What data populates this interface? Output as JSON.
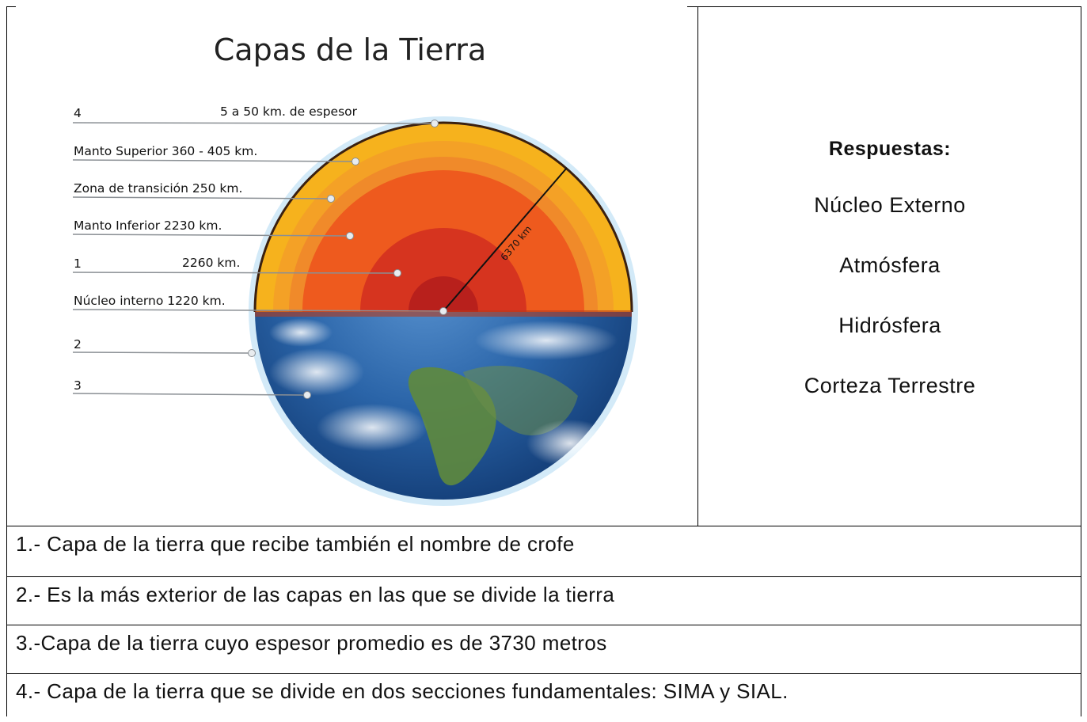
{
  "diagram": {
    "title": "Capas de la Tierra",
    "radius_label": "6370 km",
    "labels": [
      {
        "name": "4",
        "detail": "5 a 50 km. de espesor"
      },
      {
        "name": "Manto Superior",
        "detail": "360 - 405 km."
      },
      {
        "name": "Zona de transición",
        "detail": "250 km."
      },
      {
        "name": "Manto Inferior",
        "detail": "2230 km."
      },
      {
        "name": "1",
        "detail": "2260 km."
      },
      {
        "name": "Núcleo interno",
        "detail": "1220 km."
      },
      {
        "name": "2",
        "detail": ""
      },
      {
        "name": "3",
        "detail": ""
      }
    ]
  },
  "answers": {
    "heading": "Respuestas:",
    "items": [
      "Núcleo Externo",
      "Atmósfera",
      "Hidrósfera",
      "Corteza Terrestre"
    ]
  },
  "questions": [
    "1.- Capa de la tierra que recibe también el nombre de crofe",
    "2.- Es la más exterior de las capas en las que se divide la tierra",
    "3.-Capa de la tierra cuyo espesor promedio es de 3730 metros",
    "4.- Capa de la tierra que se divide en dos secciones fundamentales: SIMA y SIAL."
  ],
  "colors": {
    "crust": "#f6b21d",
    "upper_mantle": "#f08a2a",
    "lower_mantle": "#ee5a1e",
    "outer_core": "#d6341f",
    "inner_core": "#b8201c",
    "ocean": "#2a64a8"
  }
}
